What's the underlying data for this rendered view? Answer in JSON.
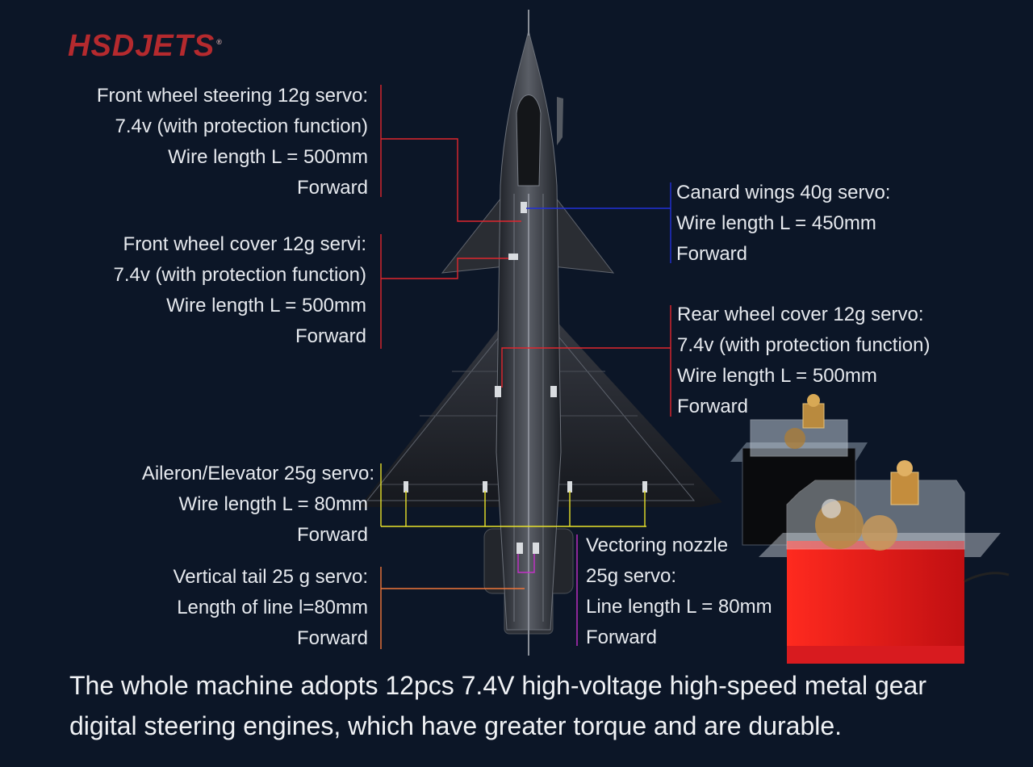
{
  "brand": {
    "logo": "HSDJETS",
    "registered": "®"
  },
  "callouts": {
    "front_wheel_steering": {
      "color": "#e0262e",
      "lines": [
        "Front wheel steering 12g servo:",
        "7.4v (with protection function)",
        "Wire length L = 500mm",
        "Forward"
      ]
    },
    "front_wheel_cover": {
      "color": "#e0262e",
      "lines": [
        "Front wheel cover 12g servi:",
        "7.4v (with protection function)",
        "Wire length L = 500mm",
        "Forward"
      ]
    },
    "canard_wings": {
      "color": "#2230d8",
      "lines": [
        "Canard wings 40g servo:",
        "Wire length L = 450mm",
        "Forward"
      ]
    },
    "rear_wheel_cover": {
      "color": "#e0262e",
      "lines": [
        "Rear wheel cover 12g servo:",
        "7.4v (with protection function)",
        "Wire length L = 500mm",
        "Forward"
      ]
    },
    "aileron_elevator": {
      "color": "#e8e22a",
      "lines": [
        "Aileron/Elevator 25g servo:",
        "Wire length L = 80mm",
        "Forward"
      ]
    },
    "vertical_tail": {
      "color": "#f0763a",
      "lines": [
        "Vertical tail 25 g servo:",
        "Length of line l=80mm",
        "Forward"
      ]
    },
    "vectoring_nozzle": {
      "color": "#c430c8",
      "lines": [
        "Vectoring nozzle",
        "25g servo:",
        "Line length L = 80mm",
        "Forward"
      ]
    }
  },
  "caption": "The whole machine adopts 12pcs 7.4V high-voltage high-speed metal gear digital steering engines, which have greater torque and are durable."
}
